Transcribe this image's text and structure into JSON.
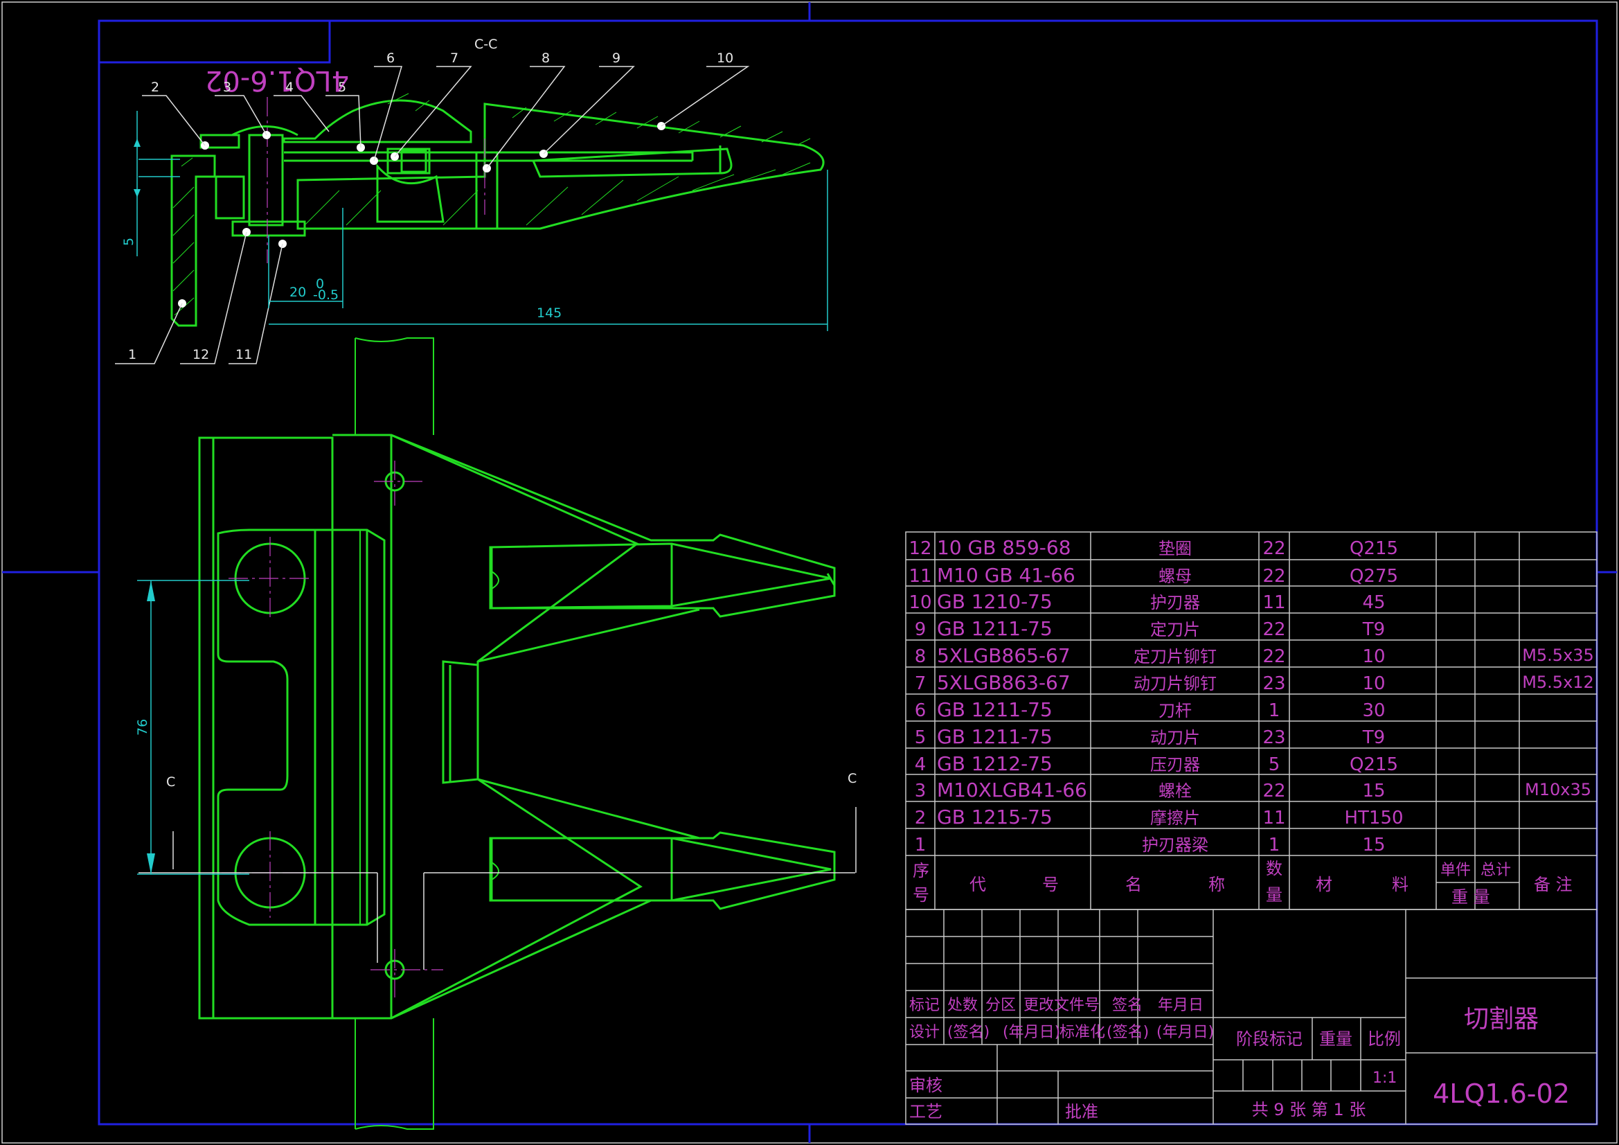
{
  "drawing": {
    "code": "4LQ1.6-02",
    "code_mirrored": "4LQ1.6-02",
    "title": "切割器",
    "section_label": "C-C",
    "section_mark_left": "C",
    "section_mark_right": "C",
    "scale": "1:1",
    "sheets": "共 9 张 第 1 张"
  },
  "balloons": [
    "1",
    "2",
    "3",
    "4",
    "5",
    "6",
    "7",
    "8",
    "9",
    "10",
    "11",
    "12"
  ],
  "dimensions": {
    "d5": "5",
    "d20": "20",
    "d20_tol_upper": "0",
    "d20_tol_lower": "-0.5",
    "d145": "145",
    "d76": "76"
  },
  "bom": {
    "rows": [
      {
        "no": "12",
        "code": "10 GB 859-68",
        "name": "垫圈",
        "qty": "22",
        "material": "Q215",
        "unit": "",
        "total": "",
        "note": ""
      },
      {
        "no": "11",
        "code": "M10 GB 41-66",
        "name": "螺母",
        "qty": "22",
        "material": "Q275",
        "unit": "",
        "total": "",
        "note": ""
      },
      {
        "no": "10",
        "code": "GB 1210-75",
        "name": "护刃器",
        "qty": "11",
        "material": "45",
        "unit": "",
        "total": "",
        "note": ""
      },
      {
        "no": "9",
        "code": "GB 1211-75",
        "name": "定刀片",
        "qty": "22",
        "material": "T9",
        "unit": "",
        "total": "",
        "note": ""
      },
      {
        "no": "8",
        "code": "5XLGB865-67",
        "name": "定刀片铆钉",
        "qty": "22",
        "material": "10",
        "unit": "",
        "total": "",
        "note": "M5.5x35"
      },
      {
        "no": "7",
        "code": "5XLGB863-67",
        "name": "动刀片铆钉",
        "qty": "23",
        "material": "10",
        "unit": "",
        "total": "",
        "note": "M5.5x12"
      },
      {
        "no": "6",
        "code": "GB 1211-75",
        "name": "刀杆",
        "qty": "1",
        "material": "30",
        "unit": "",
        "total": "",
        "note": ""
      },
      {
        "no": "5",
        "code": "GB 1211-75",
        "name": "动刀片",
        "qty": "23",
        "material": "T9",
        "unit": "",
        "total": "",
        "note": ""
      },
      {
        "no": "4",
        "code": "GB 1212-75",
        "name": "压刃器",
        "qty": "5",
        "material": "Q215",
        "unit": "",
        "total": "",
        "note": ""
      },
      {
        "no": "3",
        "code": "M10XLGB41-66",
        "name": "螺栓",
        "qty": "22",
        "material": "15",
        "unit": "",
        "total": "",
        "note": "M10x35"
      },
      {
        "no": "2",
        "code": "GB 1215-75",
        "name": "摩擦片",
        "qty": "11",
        "material": "HT150",
        "unit": "",
        "total": "",
        "note": ""
      },
      {
        "no": "1",
        "code": "",
        "name": "护刃器梁",
        "qty": "1",
        "material": "15",
        "unit": "",
        "total": "",
        "note": ""
      }
    ],
    "header": {
      "no_top": "序",
      "no_bottom": "号",
      "code_a": "代",
      "code_b": "号",
      "name_a": "名",
      "name_b": "称",
      "qty_top": "数",
      "qty_bottom": "量",
      "mat_a": "材",
      "mat_b": "料",
      "unit": "单件",
      "total": "总计",
      "weight": "重   量",
      "note": "备 注"
    }
  },
  "titleblock": {
    "row1": [
      "标记",
      "处数",
      "分区",
      "更改文件号",
      "签名",
      "年月日"
    ],
    "row2": [
      "设计",
      "(签名)",
      "(年月日)",
      "标准化",
      "(签名)",
      "(年月日)"
    ],
    "review": "审核",
    "process": "工艺",
    "approve": "批准",
    "stage_mark": "阶段标记",
    "weight": "重量",
    "ratio": "比例"
  }
}
